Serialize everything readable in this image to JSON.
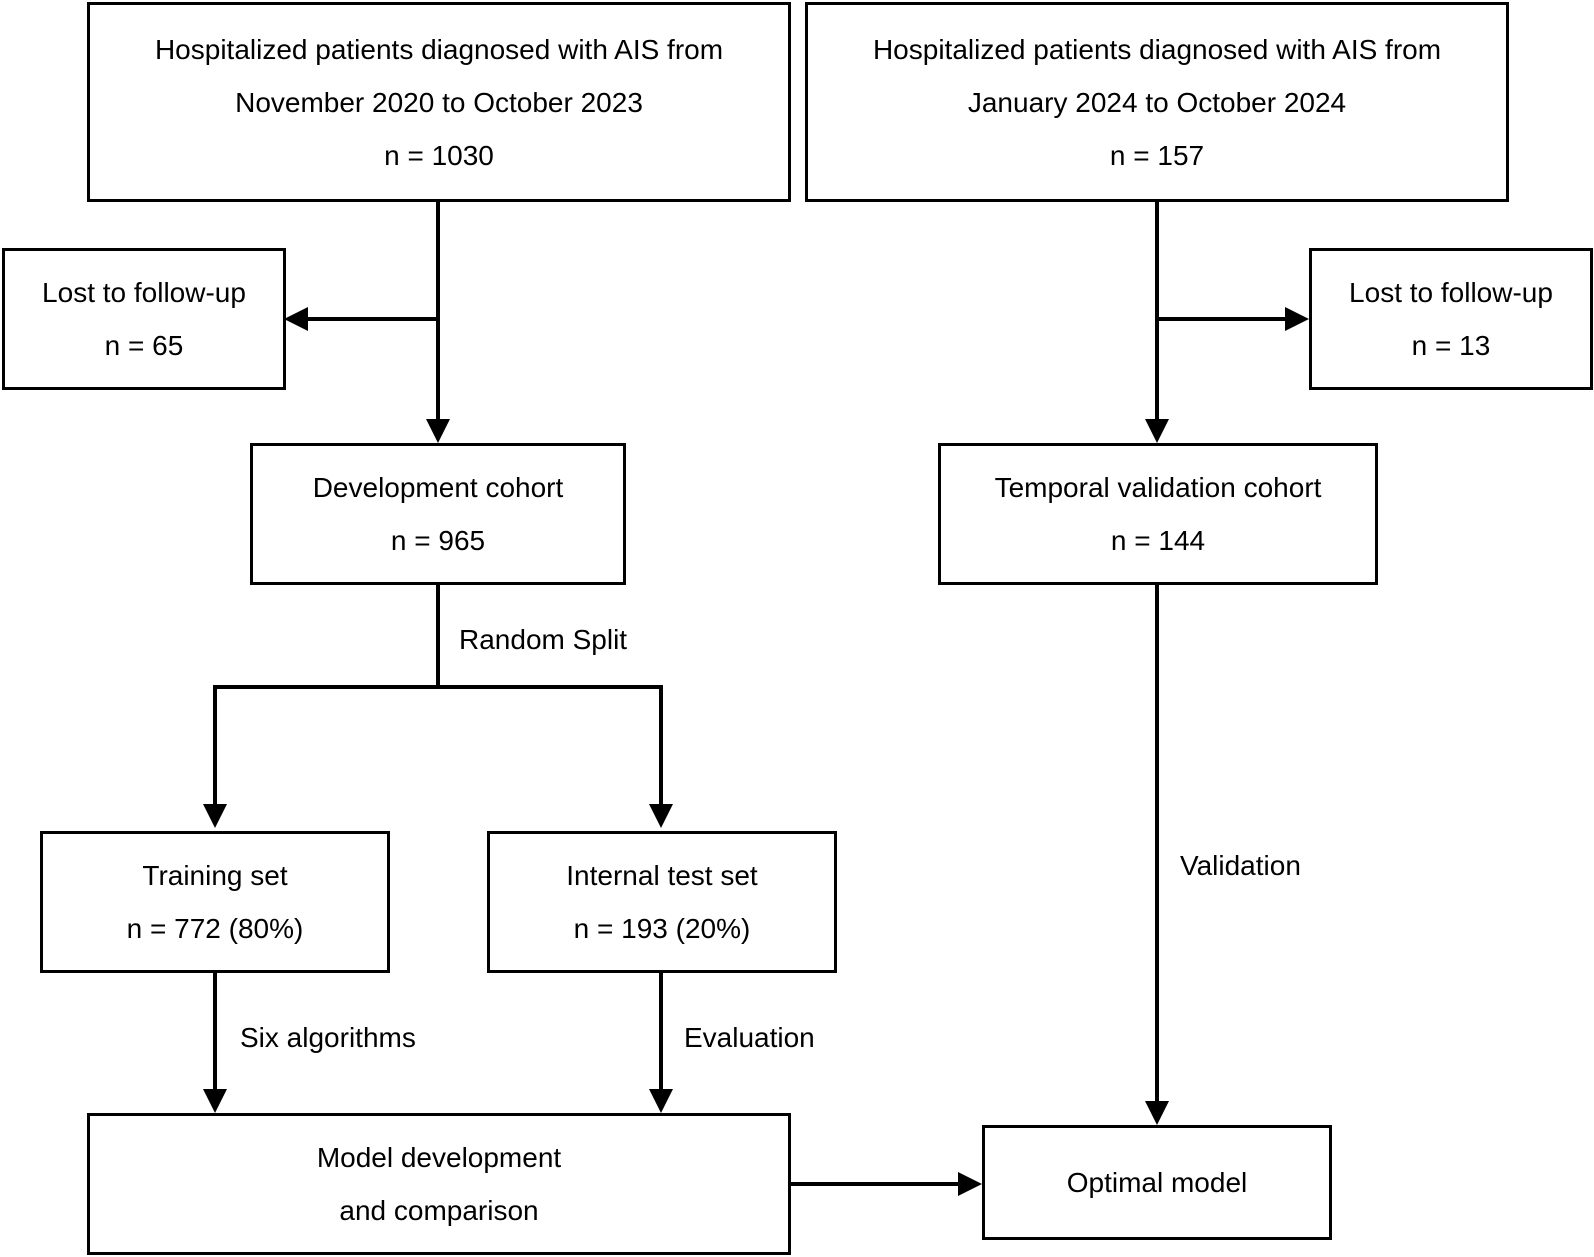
{
  "boxes": {
    "source_a": {
      "line1": "Hospitalized patients diagnosed with AIS from",
      "line2": "November 2020 to October 2023",
      "n": "n = 1030"
    },
    "source_b": {
      "line1": "Hospitalized patients diagnosed with AIS from",
      "line2": "January 2024 to October 2024",
      "n": "n = 157"
    },
    "lost_a": {
      "line1": "Lost to follow-up",
      "n": "n = 65"
    },
    "lost_b": {
      "line1": "Lost to follow-up",
      "n": "n = 13"
    },
    "development": {
      "line1": "Development cohort",
      "n": "n = 965"
    },
    "temporal": {
      "line1": "Temporal validation cohort",
      "n": "n = 144"
    },
    "training": {
      "line1": "Training set",
      "n": "n = 772 (80%)"
    },
    "internal_test": {
      "line1": "Internal test set",
      "n": "n = 193 (20%)"
    },
    "model_dev": {
      "line1": "Model development",
      "line2": "and comparison"
    },
    "optimal": {
      "line1": "Optimal model"
    }
  },
  "edge_labels": {
    "random_split": "Random Split",
    "six_algorithms": "Six algorithms",
    "evaluation": "Evaluation",
    "validation": "Validation"
  }
}
